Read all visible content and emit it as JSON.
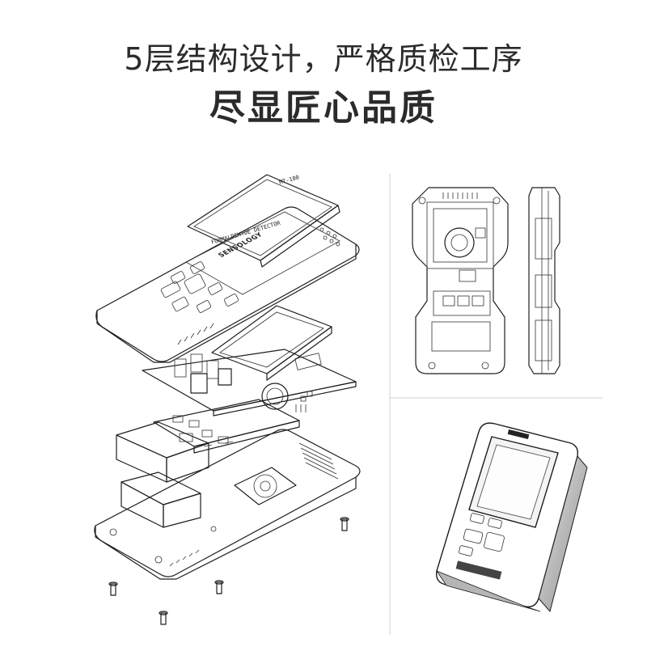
{
  "headline": {
    "line1": "5层结构设计，严格质检工序",
    "line2": "尽显匠心品质"
  },
  "device": {
    "model": "MT-100",
    "product_name": "FORMALDEHYDE DETECTOR",
    "brand": "SENSOLOGY"
  },
  "colors": {
    "text": "#2b2b2b",
    "line": "#1e1e1e",
    "background": "#ffffff"
  }
}
